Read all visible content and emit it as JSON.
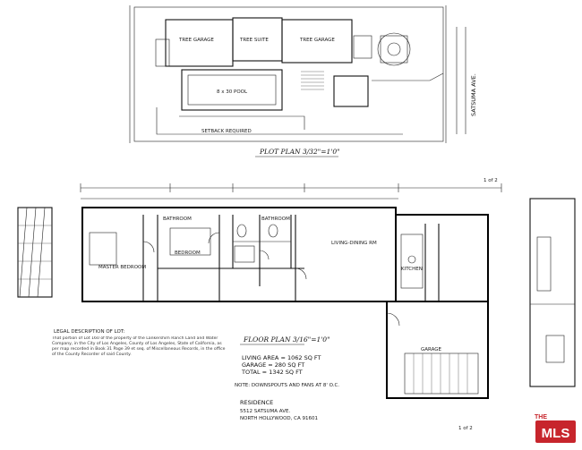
{
  "plot_plan": {
    "title": "PLOT PLAN 3/32\"=1'0\"",
    "street": "SATSUMA AVE.",
    "labels": {
      "top_left_room": "TREE GARAGE",
      "top_middle_room": "TREE SUITE",
      "top_right_room": "TREE GARAGE",
      "pool": "8 x 30 POOL",
      "bottom_strip": "SETBACK REQUIRED"
    }
  },
  "floor_plan": {
    "title": "FLOOR PLAN 3/16\"=1'0\"",
    "rooms": {
      "master_bedroom": "MASTER BEDROOM",
      "bedroom": "BEDROOM",
      "bathroom_1": "BATHROOM",
      "bathroom_2": "BATHROOM",
      "living_room": "LIVING-DINING RM",
      "kitchen": "KITCHEN",
      "garage": "GARAGE"
    },
    "area": {
      "living": "LIVING AREA = 1062 SQ FT",
      "garage": "GARAGE = 280 SQ FT",
      "total": "TOTAL = 1342 SQ FT"
    },
    "note": "NOTE: DOWNSPOUTS AND FANS AT 8' O.C.",
    "residence": "RESIDENCE",
    "address_line1": "5512 SATSUMA AVE.",
    "address_line2": "NORTH HOLLYWOOD, CA 91601"
  },
  "legal": {
    "heading": "LEGAL DESCRIPTION OF LOT:",
    "text": "That portion of Lot 160 of the property of the Lankershim Ranch Land and Water Company, in the City of Los Angeles, County of Los Angeles, State of California, as per map recorded in Book 31 Page 39 et seq. of Miscellaneous Records, in the office of the County Recorder of said County."
  },
  "sheet": {
    "sheet_number": "1 of 2",
    "mls_brand": "MLS",
    "mls_prefix": "THE"
  }
}
